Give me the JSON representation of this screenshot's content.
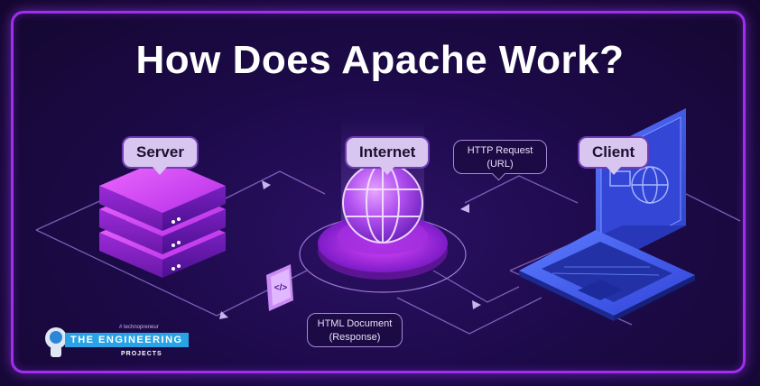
{
  "title": "How Does Apache Work?",
  "nodes": {
    "server": "Server",
    "internet": "Internet",
    "client": "Client"
  },
  "notes": {
    "request_line1": "HTTP Request",
    "request_line2": "(URL)",
    "response_line1": "HTML Document",
    "response_line2": "(Response)"
  },
  "document_icon_text": "</>",
  "logo": {
    "tagline": "# technopreneur",
    "main": "THE ENGINEERING",
    "sub": "PROJECTS"
  },
  "colors": {
    "background": "#1d0a4a",
    "border": "#a02df0",
    "accent": "#c34bff",
    "label_bg": "#d8c5f0",
    "laptop": "#3b5cf2"
  }
}
